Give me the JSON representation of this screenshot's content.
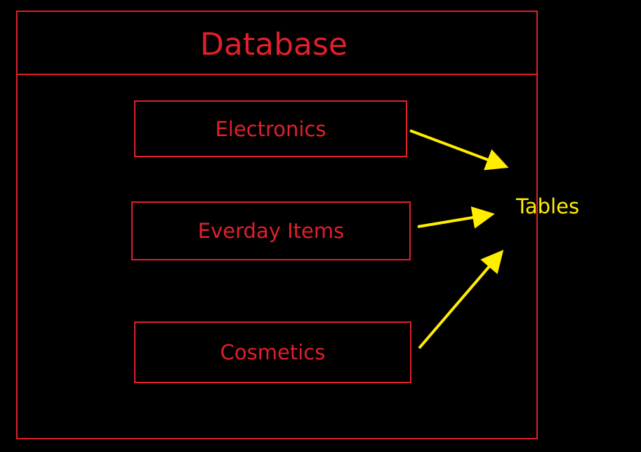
{
  "diagram": {
    "title": "Database",
    "tables": [
      {
        "label": "Electronics"
      },
      {
        "label": "Everday Items"
      },
      {
        "label": "Cosmetics"
      }
    ],
    "annotation": "Tables",
    "colors": {
      "background": "#000000",
      "box_and_text": "#e0202a",
      "annotation_and_arrows": "#ffee00"
    }
  }
}
